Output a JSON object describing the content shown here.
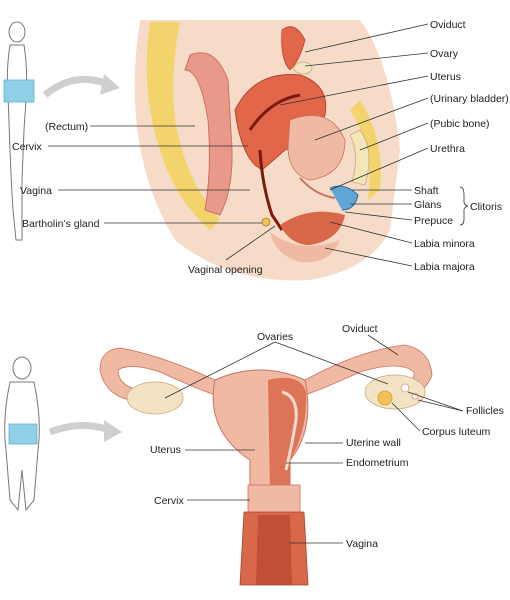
{
  "top_diagram": {
    "labels": {
      "oviduct": "Oviduct",
      "ovary": "Ovary",
      "uterus": "Uterus",
      "urinary_bladder": "(Urinary bladder)",
      "pubic_bone": "(Pubic bone)",
      "urethra": "Urethra",
      "rectum": "(Rectum)",
      "cervix": "Cervix",
      "vagina": "Vagina",
      "bartholins_gland": "Bartholin’s gland",
      "vaginal_opening": "Vaginal opening",
      "shaft": "Shaft",
      "glans": "Glans",
      "prepuce": "Prepuce",
      "clitoris": "Clitoris",
      "labia_minora": "Labia minora",
      "labia_majora": "Labia majora"
    }
  },
  "bottom_diagram": {
    "labels": {
      "ovaries": "Ovaries",
      "oviduct": "Oviduct",
      "follicles": "Follicles",
      "corpus_luteum": "Corpus luteum",
      "uterus": "Uterus",
      "uterine_wall": "Uterine wall",
      "endometrium": "Endometrium",
      "cervix": "Cervix",
      "vagina": "Vagina"
    }
  },
  "colors": {
    "tissue_pink": "#f0b9a4",
    "tissue_deep": "#d9674a",
    "tissue_light": "#f8d9cb",
    "fat_yellow": "#f3d36b",
    "bone": "#f4e6b8",
    "highlight_box": "#8fd0e6",
    "arrow_gray": "#cfcfcf",
    "ovary_cream": "#f3e2c4"
  }
}
